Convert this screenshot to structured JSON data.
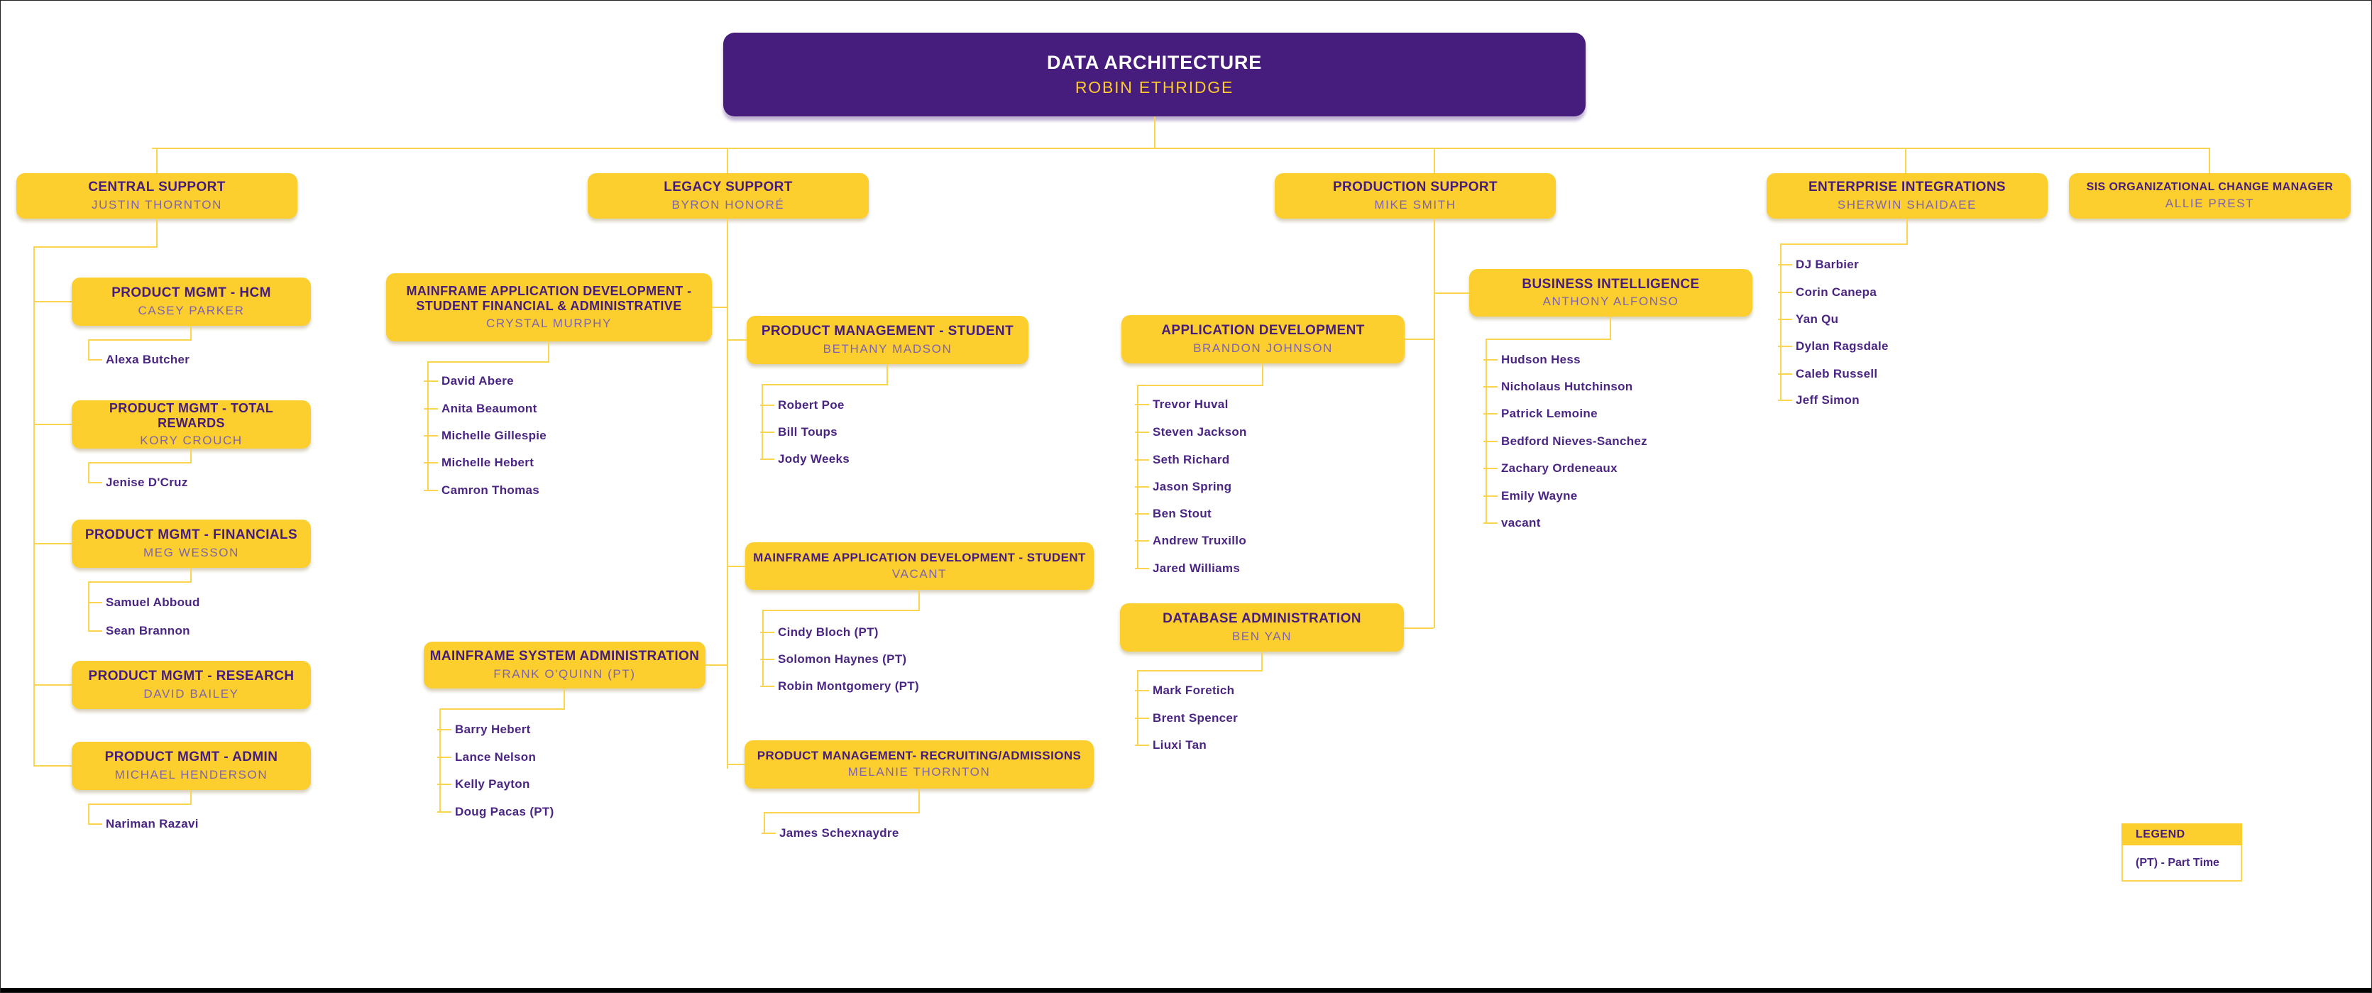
{
  "colors": {
    "purple": "#461D7C",
    "gold": "#FCCF2F",
    "line_gold": "#FBD54F",
    "name_purple": "#7E63AE",
    "root_name_gold": "#FBC82D"
  },
  "root": {
    "title": "DATA ARCHITECTURE",
    "name": "ROBIN ETHRIDGE"
  },
  "legend": {
    "title": "LEGEND",
    "note": "(PT) - Part Time"
  },
  "branches": [
    {
      "title": "CENTRAL SUPPORT",
      "name": "JUSTIN THORNTON",
      "children": [
        {
          "title": "PRODUCT MGMT - HCM",
          "name": "CASEY PARKER",
          "members": [
            "Alexa Butcher"
          ]
        },
        {
          "title": "PRODUCT MGMT - TOTAL REWARDS",
          "name": "KORY CROUCH",
          "members": [
            "Jenise D'Cruz"
          ]
        },
        {
          "title": "PRODUCT MGMT - FINANCIALS",
          "name": "MEG WESSON",
          "members": [
            "Samuel Abboud",
            "Sean Brannon"
          ]
        },
        {
          "title": "PRODUCT MGMT - RESEARCH",
          "name": "DAVID BAILEY",
          "members": []
        },
        {
          "title": "PRODUCT MGMT - ADMIN",
          "name": "MICHAEL HENDERSON",
          "members": [
            "Nariman Razavi"
          ]
        }
      ]
    },
    {
      "title": "LEGACY SUPPORT",
      "name": "BYRON HONORÉ",
      "children": [
        {
          "title": "MAINFRAME APPLICATION  DEVELOPMENT - STUDENT FINANCIAL & ADMINISTRATIVE",
          "name": "CRYSTAL MURPHY",
          "members": [
            "David Abere",
            "Anita Beaumont",
            "Michelle Gillespie",
            "Michelle Hebert",
            "Camron Thomas"
          ]
        },
        {
          "title": "PRODUCT MANAGEMENT - STUDENT",
          "name": "BETHANY MADSON",
          "members": [
            "Robert Poe",
            "Bill Toups",
            "Jody Weeks"
          ]
        },
        {
          "title": "MAINFRAME SYSTEM ADMINISTRATION",
          "name": "FRANK O'QUINN (PT)",
          "members": [
            "Barry Hebert",
            "Lance Nelson",
            "Kelly Payton",
            "Doug Pacas (PT)"
          ]
        },
        {
          "title": "MAINFRAME APPLICATION DEVELOPMENT - STUDENT",
          "name": "VACANT",
          "members": [
            "Cindy Bloch (PT)",
            "Solomon Haynes (PT)",
            "Robin Montgomery (PT)"
          ]
        },
        {
          "title": "PRODUCT MANAGEMENT- RECRUITING/ADMISSIONS",
          "name": "MELANIE THORNTON",
          "members": [
            "James Schexnaydre"
          ]
        }
      ]
    },
    {
      "title": "PRODUCTION SUPPORT",
      "name": "MIKE SMITH",
      "children": [
        {
          "title": "APPLICATION DEVELOPMENT",
          "name": "BRANDON JOHNSON",
          "members": [
            "Trevor Huval",
            "Steven Jackson",
            "Seth Richard",
            "Jason Spring",
            "Ben Stout",
            "Andrew Truxillo",
            "Jared Williams"
          ]
        },
        {
          "title": "BUSINESS INTELLIGENCE",
          "name": "ANTHONY ALFONSO",
          "members": [
            "Hudson Hess",
            "Nicholaus Hutchinson",
            "Patrick Lemoine",
            "Bedford Nieves-Sanchez",
            "Zachary Ordeneaux",
            "Emily Wayne",
            "vacant"
          ]
        },
        {
          "title": "DATABASE ADMINISTRATION",
          "name": "BEN YAN",
          "members": [
            "Mark Foretich",
            "Brent Spencer",
            "Liuxi Tan"
          ]
        }
      ]
    },
    {
      "title": "ENTERPRISE INTEGRATIONS",
      "name": "SHERWIN SHAIDAEE",
      "members": [
        "DJ Barbier",
        "Corin Canepa",
        "Yan Qu",
        "Dylan Ragsdale",
        "Caleb Russell",
        "Jeff Simon"
      ]
    },
    {
      "title": "SIS ORGANIZATIONAL CHANGE MANAGER",
      "name": "ALLIE PREST"
    }
  ]
}
